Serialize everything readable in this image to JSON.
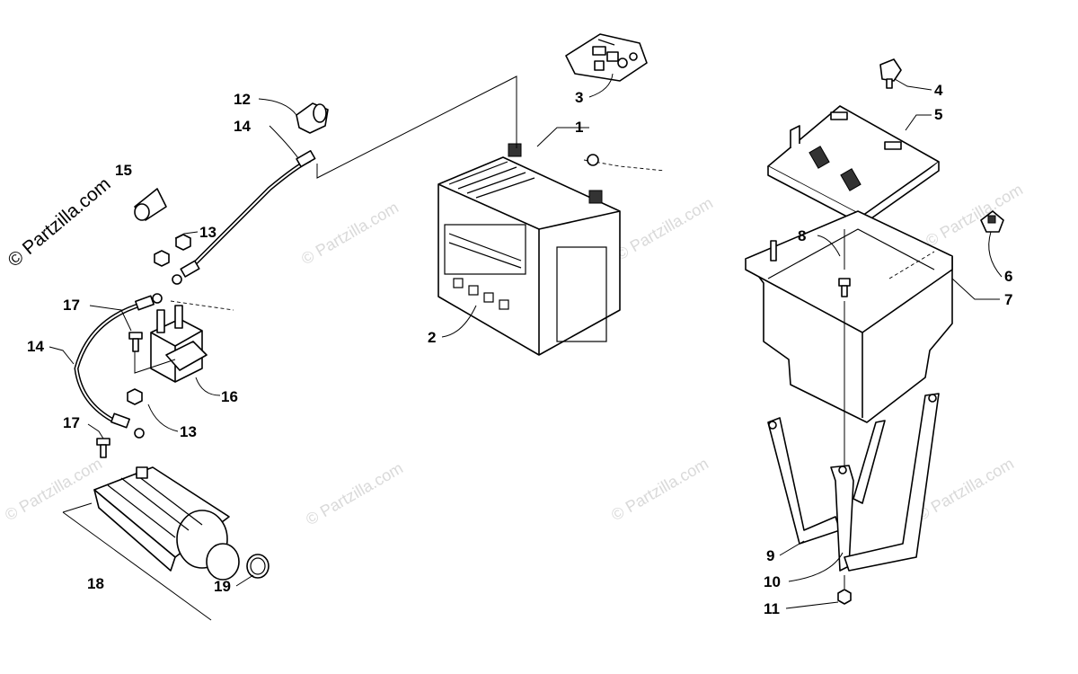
{
  "copyright": "© Partzilla.com",
  "watermark": "© Partzilla.com",
  "callouts": {
    "c1": "1",
    "c2": "2",
    "c3": "3",
    "c4": "4",
    "c5": "5",
    "c6": "6",
    "c7": "7",
    "c8": "8",
    "c9": "9",
    "c10": "10",
    "c11": "11",
    "c12": "12",
    "c13a": "13",
    "c13b": "13",
    "c14a": "14",
    "c14b": "14",
    "c15": "15",
    "c16": "16",
    "c17a": "17",
    "c17b": "17",
    "c18": "18",
    "c19": "19"
  }
}
